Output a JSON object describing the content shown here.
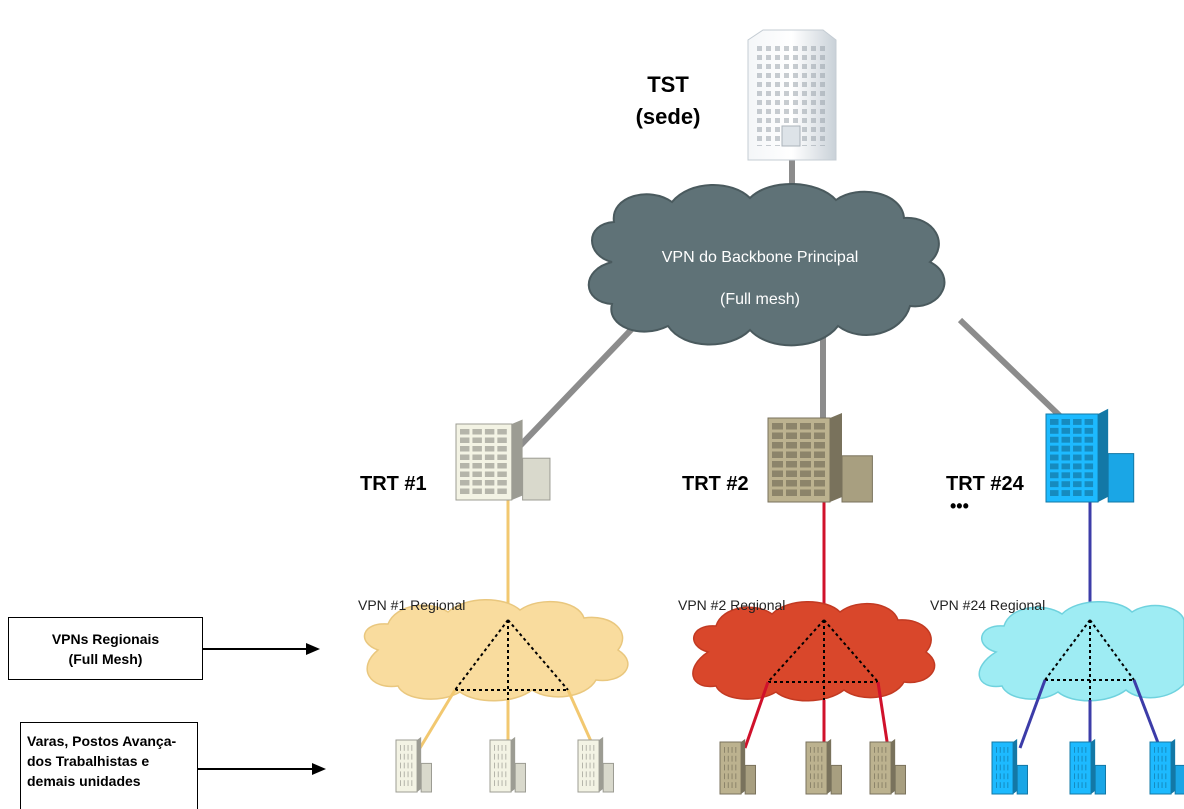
{
  "hq": {
    "line1": "TST",
    "line2": "(sede)"
  },
  "backbone": {
    "line1": "VPN do Backbone Principal",
    "line2": "(Full mesh)"
  },
  "regions": [
    {
      "trt_label": "TRT #1",
      "vpn_label": "VPN #1 Regional",
      "color": "#f5d28a",
      "line_color": "#f2c870",
      "building_color": "#d9d9cc"
    },
    {
      "trt_label": "TRT #2",
      "vpn_label": "VPN #2 Regional",
      "color": "#d9472b",
      "line_color": "#d0112b",
      "building_color": "#a89f80"
    },
    {
      "trt_label": "TRT #24",
      "vpn_label": "VPN #24 Regional",
      "color": "#8ee6f0",
      "line_color": "#3c3ca8",
      "building_color": "#1aa6e6"
    }
  ],
  "ellipsis": "•••",
  "callouts": {
    "regional": {
      "line1": "VPNs Regionais",
      "line2": "(Full Mesh)"
    },
    "units": {
      "line1": "Varas, Postos Avança-",
      "line2": "dos Trabalhistas e",
      "line3": "demais unidades"
    }
  },
  "colors": {
    "backbone_cloud": "#5f7277",
    "backbone_link": "#8c8c8c"
  }
}
